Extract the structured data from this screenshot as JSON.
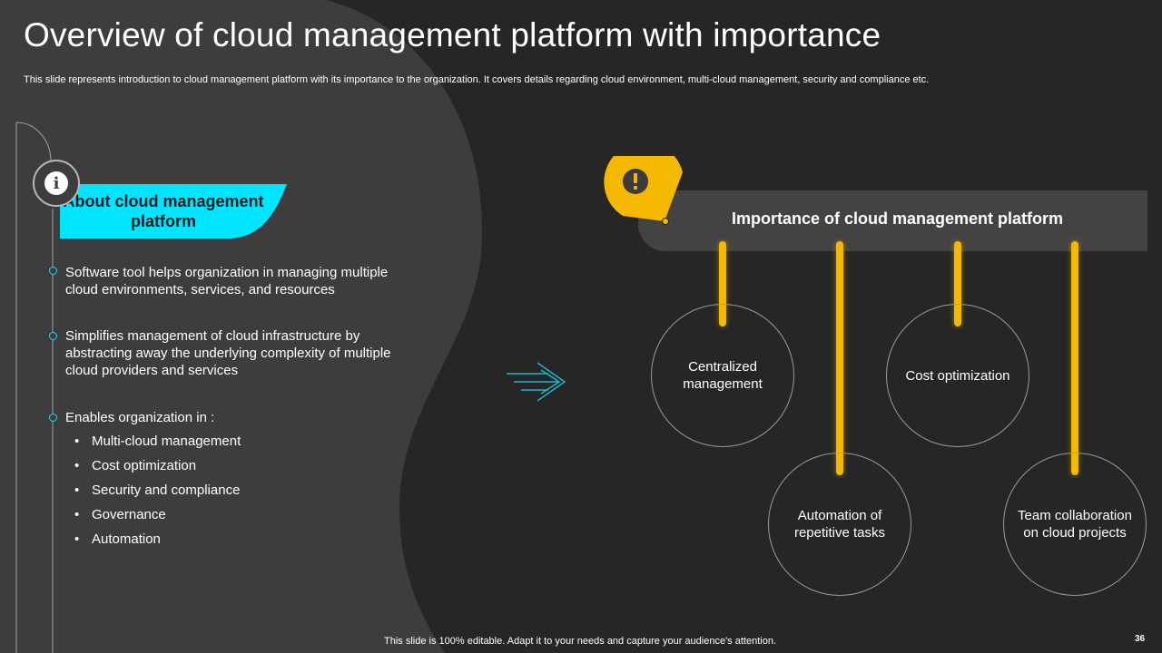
{
  "header": {
    "title": "Overview of cloud management platform with importance",
    "subtitle": "This slide represents introduction to cloud management platform with its importance to the organization. It covers details regarding cloud environment, multi-cloud management, security and compliance etc."
  },
  "about": {
    "icon": "info-icon",
    "label": "About cloud management platform",
    "points": [
      "Software tool helps organization in managing multiple cloud environments,  services, and resources",
      "Simplifies management of cloud infrastructure  by abstracting away the underlying  complexity of multiple cloud providers and services",
      "Enables organization in :"
    ],
    "sub_points": [
      "Multi-cloud management",
      "Cost optimization",
      "Security and compliance",
      "Governance",
      "Automation"
    ]
  },
  "importance": {
    "icon": "warning-icon",
    "title": "Importance of cloud management platform",
    "nodes": [
      "Centralized management",
      "Automation of repetitive tasks",
      "Cost optimization",
      "Team collaboration on cloud projects"
    ]
  },
  "footer": {
    "note": "This slide is 100% editable. Adapt it to your needs and capture your audience's attention.",
    "page": "36"
  },
  "colors": {
    "accent_cyan": "#00e5ff",
    "accent_yellow": "#f5b800",
    "panel_gray": "#3d3d3d",
    "background": "#262626"
  }
}
